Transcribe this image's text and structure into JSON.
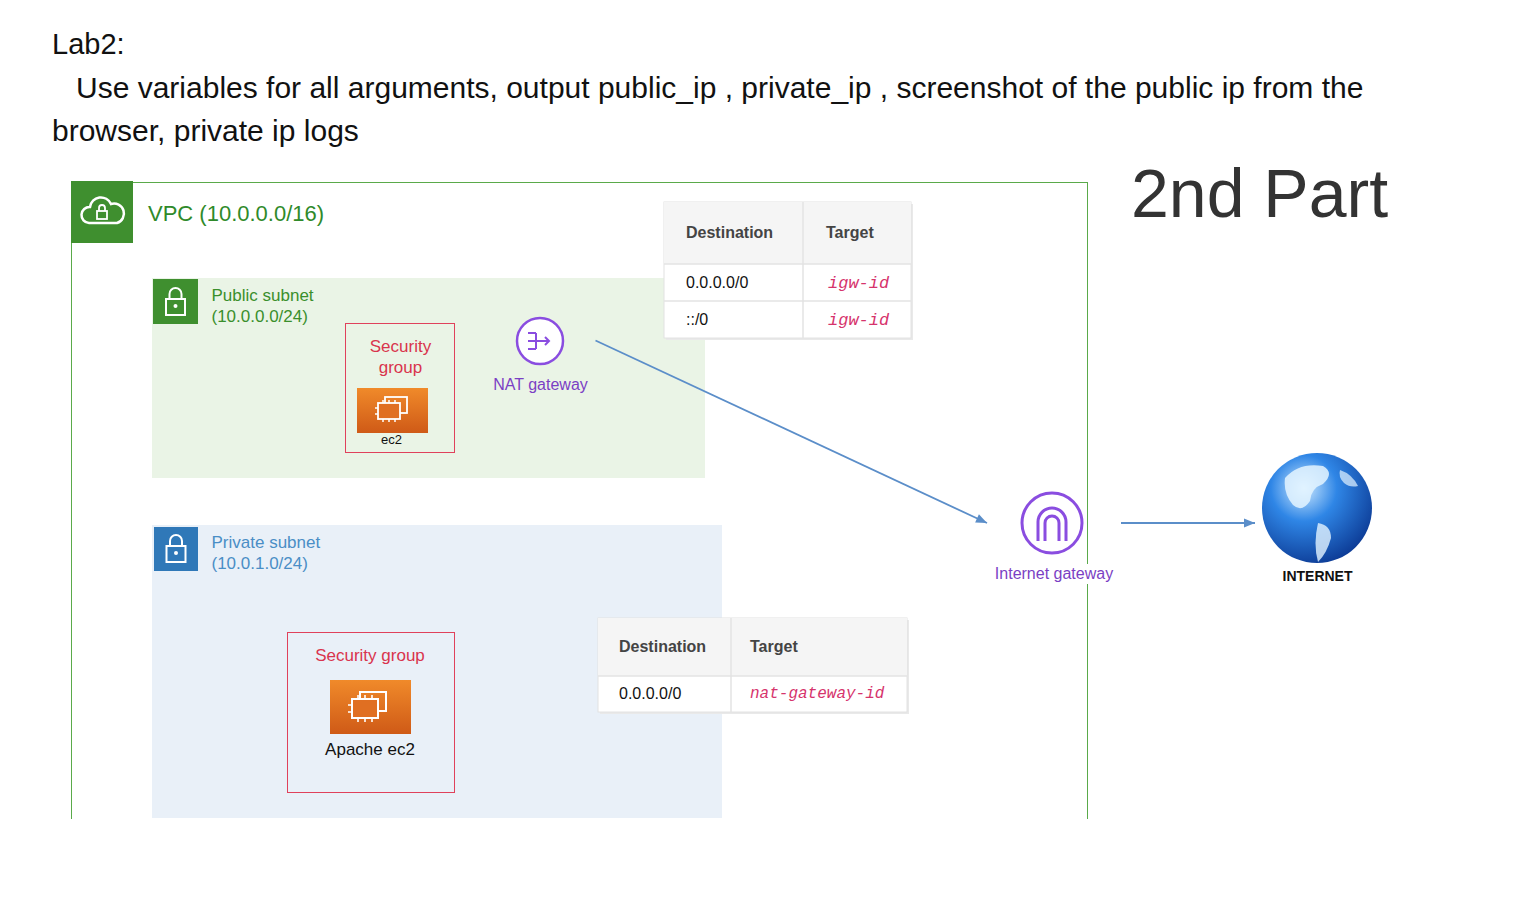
{
  "diagram": {
    "title": "Lab2:",
    "nodes": [
      {
        "text": [
          "VPC (10.0.0.0/16)"
        ]
      },
      {
        "text": [
          "Public subnet (10.0.0.0/24)"
        ],
        "in": 0
      },
      {
        "text": [
          "Security group"
        ],
        "in": 1
      },
      {
        "text": [
          "ec2"
        ],
        "in": 2
      },
      {
        "text": [
          "NAT gateway"
        ],
        "in": 1
      },
      {
        "text": [
          "Private subnet (10.0.1.0/24)"
        ],
        "in": 0
      },
      {
        "text": [
          "Security group"
        ],
        "in": 5
      },
      {
        "text": [
          "Apache ec2"
        ],
        "in": 6
      },
      {
        "text": [
          "Internet gateway"
        ]
      },
      {
        "text": [
          "INTERNET"
        ]
      }
    ],
    "edges": [
      {
        "from": 4,
        "to": 8,
        "arrow": "to"
      },
      {
        "from": 8,
        "to": 9,
        "arrow": "to"
      }
    ],
    "labels": [
      "Use variables for all arguments, output public_ip , private_ip , screenshot of the public ip from the browser, private ip logs",
      "2nd Part",
      "Destination",
      "Target",
      "0.0.0.0/0",
      "igw-id",
      "::/0",
      "igw-id",
      "Destination",
      "Target",
      "0.0.0.0/0",
      "nat-gateway-id"
    ]
  }
}
